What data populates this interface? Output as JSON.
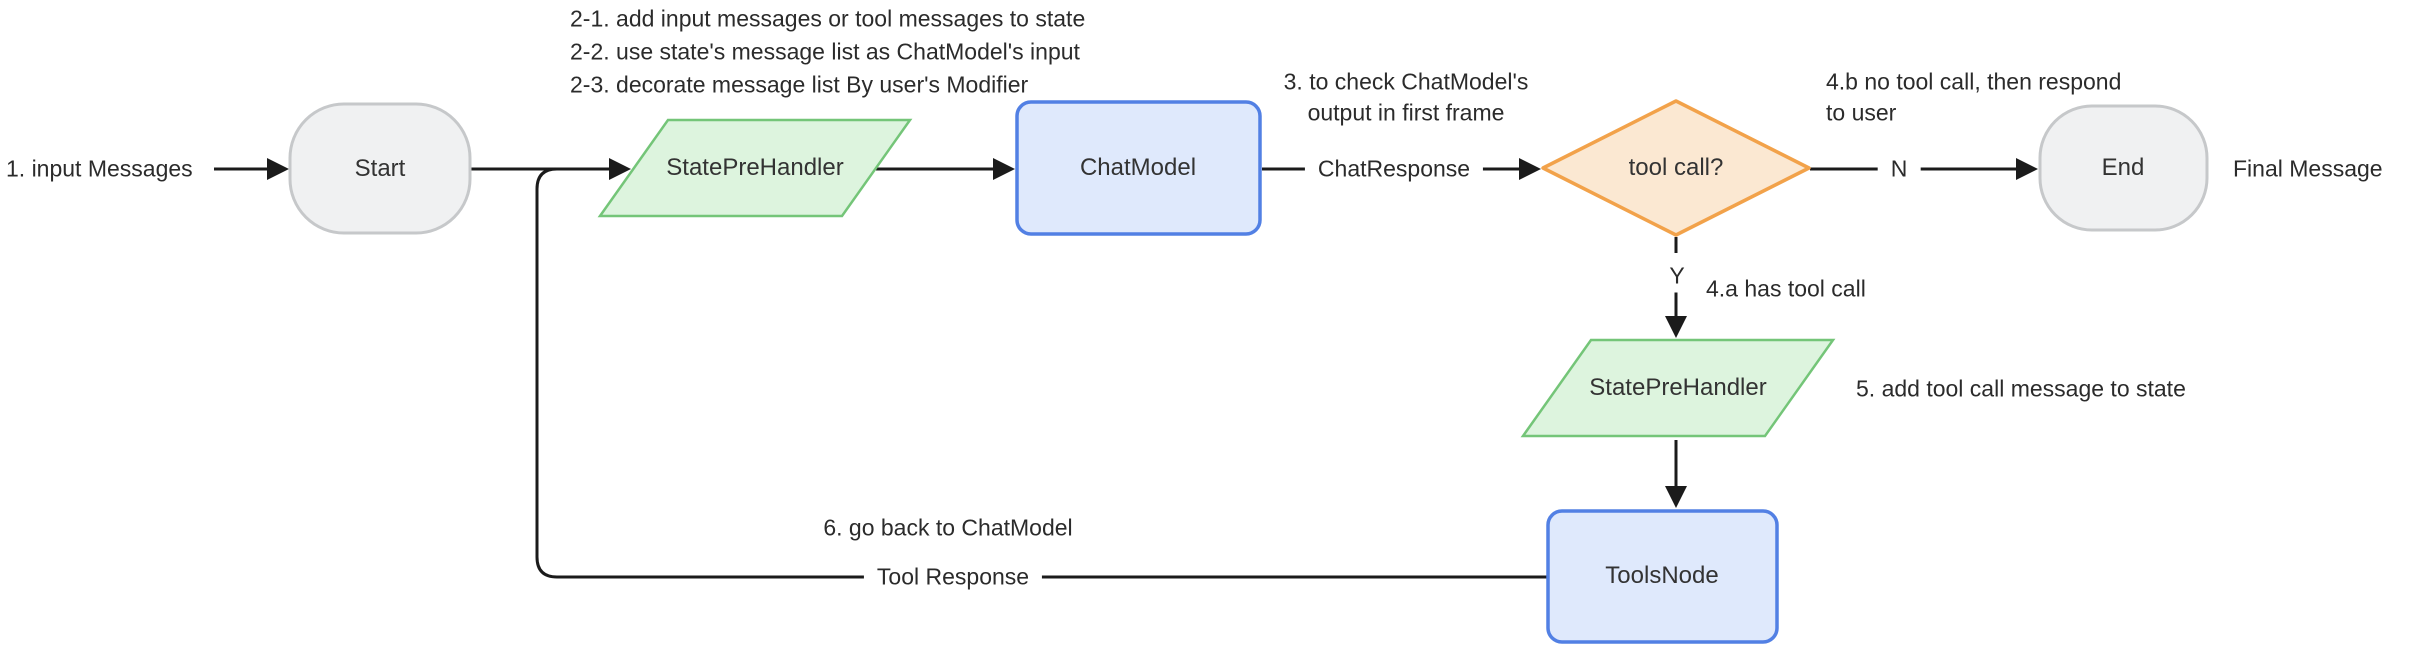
{
  "diagram_title": "ReAct agent loop flowchart",
  "colors": {
    "edge": "#1b1b1b",
    "terminal_fill": "#f0f1f2",
    "terminal_border": "#c6c8ca",
    "process_fill": "#dfe9fc",
    "process_border": "#5280e4",
    "handler_fill": "#ddf4de",
    "handler_border": "#74c578",
    "decision_fill": "#fbe8d2",
    "decision_border": "#f2a24a"
  },
  "nodes": {
    "start": {
      "label": "Start"
    },
    "state_pre_handler_1": {
      "label": "StatePreHandler"
    },
    "chat_model": {
      "label": "ChatModel"
    },
    "tool_call_decision": {
      "label": "tool call?"
    },
    "state_pre_handler_2": {
      "label": "StatePreHandler"
    },
    "tools_node": {
      "label": "ToolsNode"
    },
    "end": {
      "label": "End"
    }
  },
  "edge_labels": {
    "chat_response": "ChatResponse",
    "no": "N",
    "yes": "Y",
    "tool_response": "Tool Response"
  },
  "annotations": {
    "input_messages": "1. input Messages",
    "step2_line1": "2-1. add input messages or tool messages to state",
    "step2_line2": "2-2. use state's message list as ChatModel's input",
    "step2_line3": "2-3. decorate message list By user's Modifier",
    "step3_line1": "3. to check ChatModel's",
    "step3_line2": "output in first frame",
    "step4b_line1": "4.b no tool call, then respond",
    "step4b_line2": "to user",
    "step4a": "4.a has tool call",
    "step5": "5. add tool call message to state",
    "step6": "6. go back to ChatModel",
    "final_message": "Final Message"
  }
}
